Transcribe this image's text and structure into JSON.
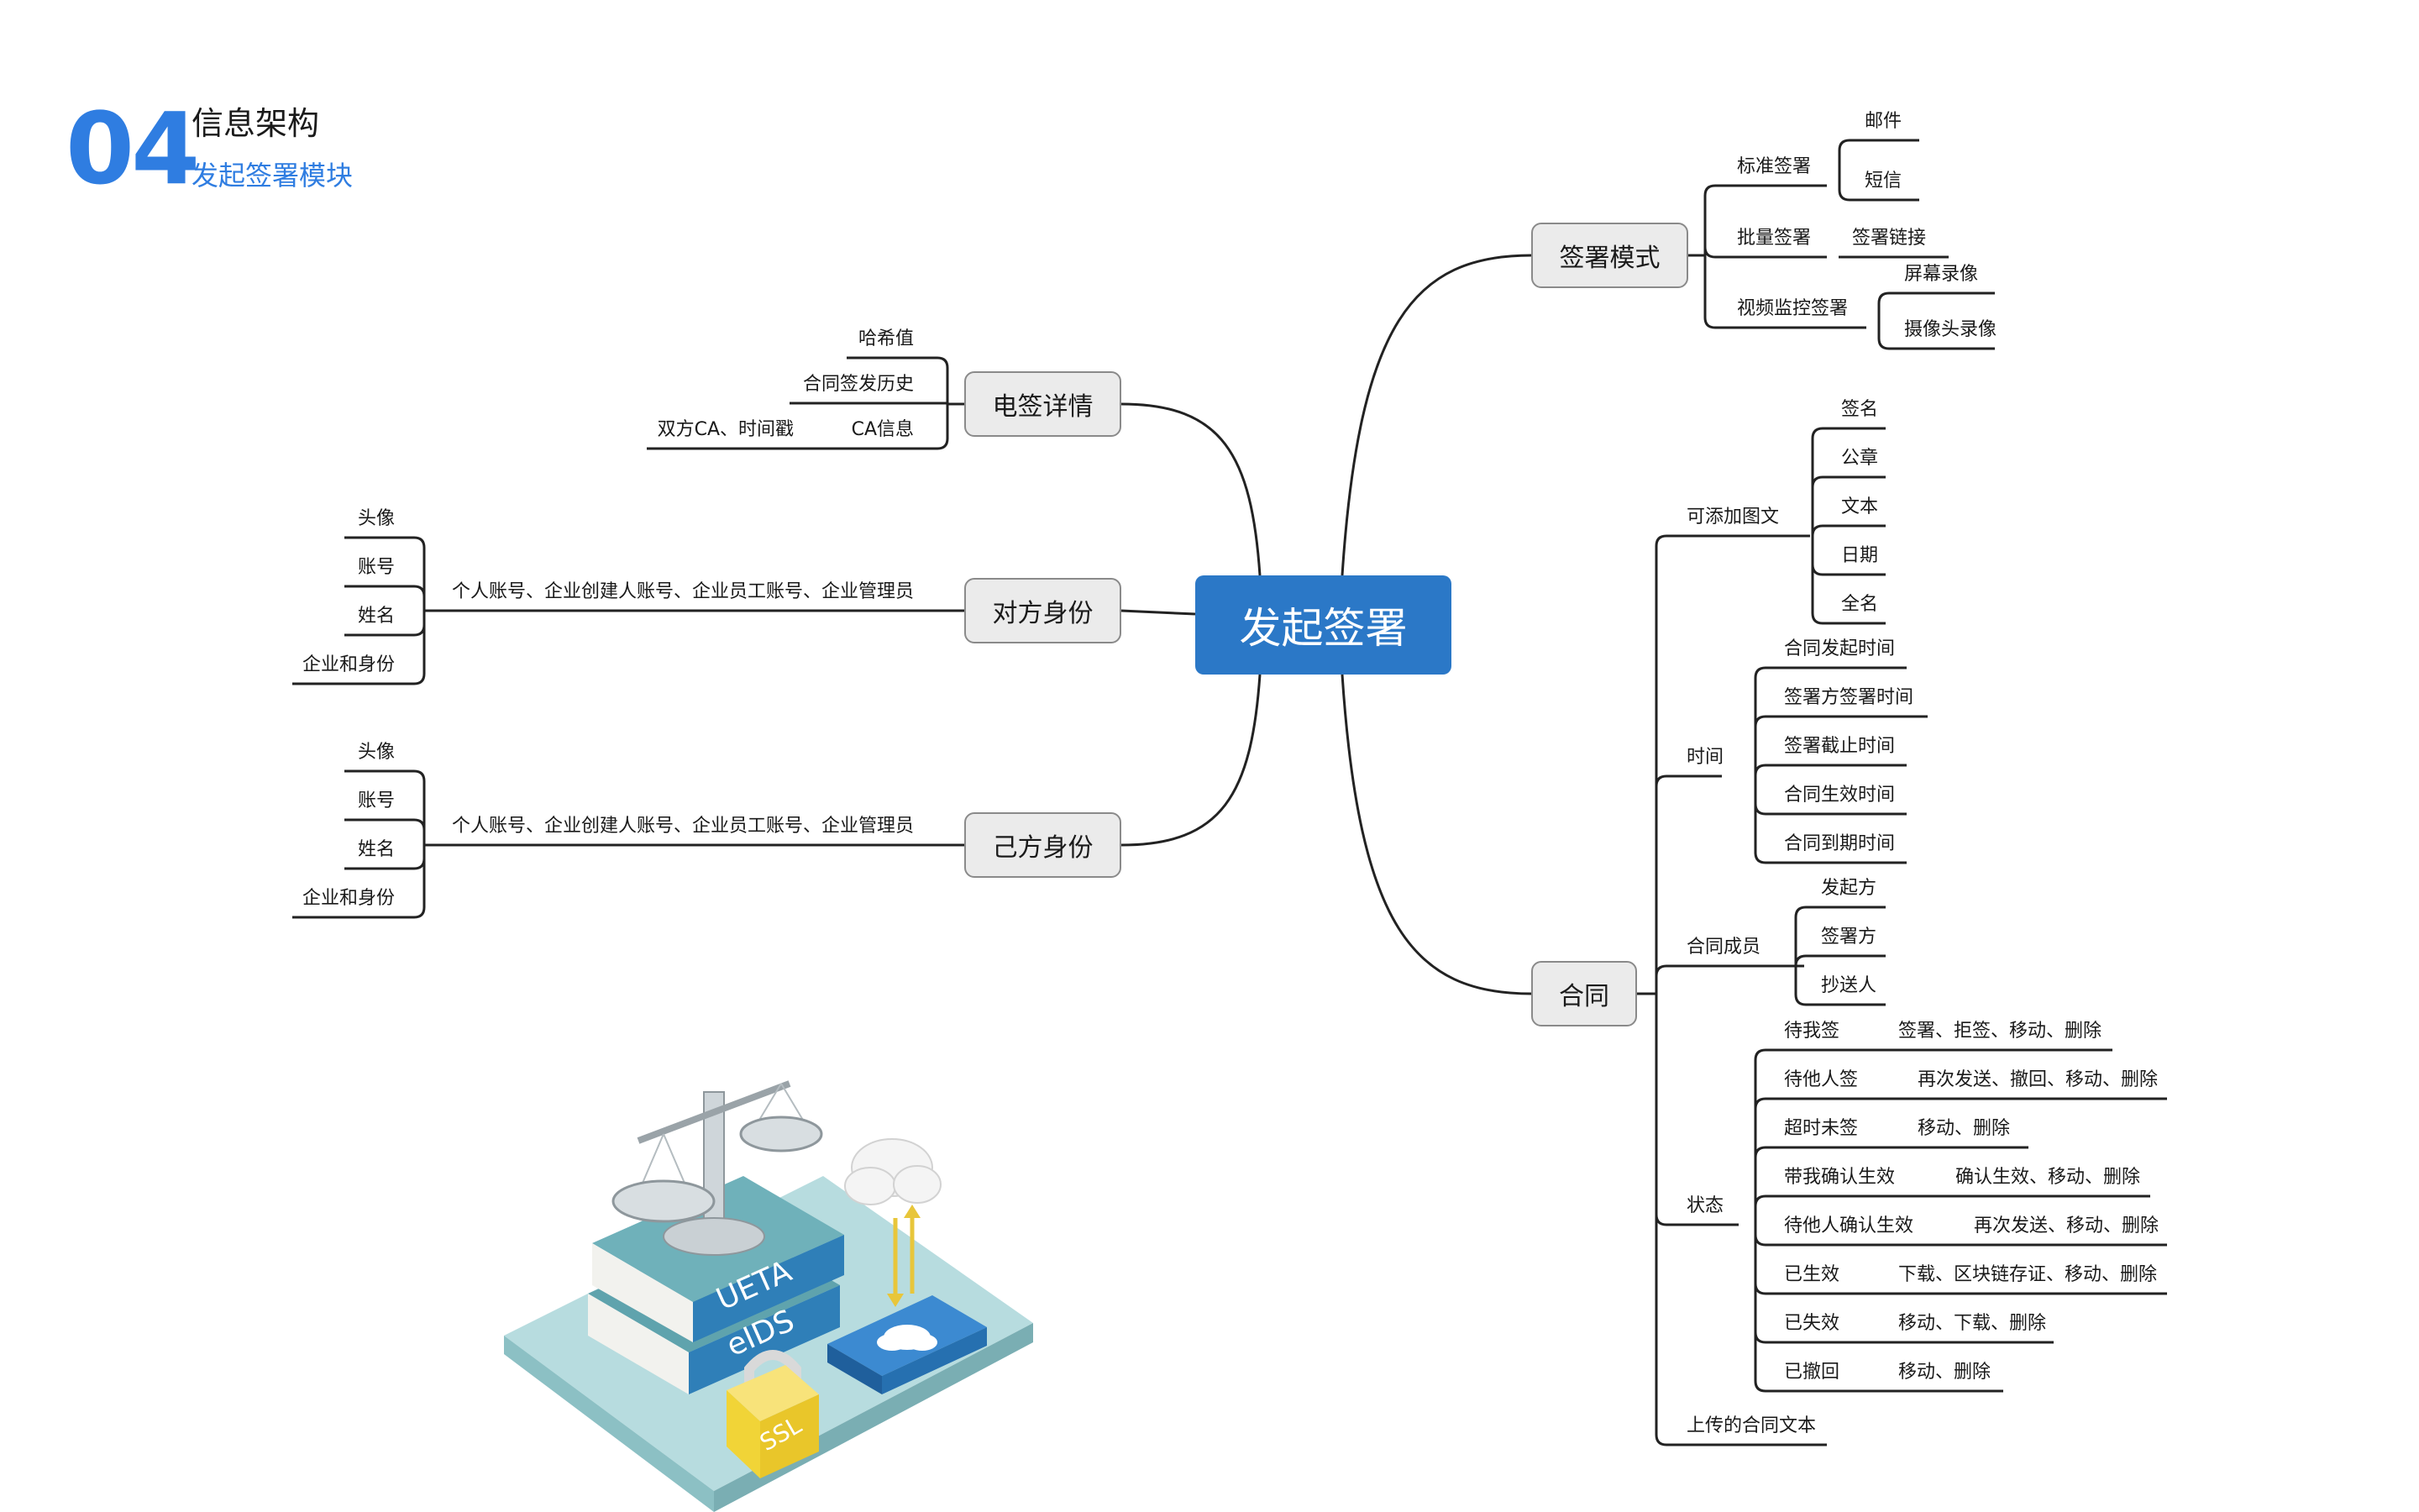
{
  "header": {
    "number": "04",
    "title": "信息架构",
    "subtitle": "发起签署模块"
  },
  "illustration": {
    "book_text_1": "UETA",
    "book_text_2": "eIDS",
    "lock_text": "SSL"
  },
  "mindmap": {
    "root": "发起签署",
    "branches": [
      {
        "id": "b1",
        "label": "签署模式",
        "children": [
          {
            "label": "标准签署",
            "children": [
              {
                "label": "邮件"
              },
              {
                "label": "短信"
              }
            ]
          },
          {
            "label": "批量签署",
            "children": [
              {
                "label": "签署链接"
              }
            ]
          },
          {
            "label": "视频监控签署",
            "children": [
              {
                "label": "屏幕录像"
              },
              {
                "label": "摄像头录像"
              }
            ]
          }
        ]
      },
      {
        "id": "b2",
        "label": "合同",
        "children": [
          {
            "label": "可添加图文",
            "children": [
              {
                "label": "签名"
              },
              {
                "label": "公章"
              },
              {
                "label": "文本"
              },
              {
                "label": "日期"
              },
              {
                "label": "全名"
              }
            ]
          },
          {
            "label": "时间",
            "children": [
              {
                "label": "合同发起时间"
              },
              {
                "label": "签署方签署时间"
              },
              {
                "label": "签署截止时间"
              },
              {
                "label": "合同生效时间"
              },
              {
                "label": "合同到期时间"
              }
            ]
          },
          {
            "label": "合同成员",
            "children": [
              {
                "label": "发起方"
              },
              {
                "label": "签署方"
              },
              {
                "label": "抄送人"
              }
            ]
          },
          {
            "label": "状态",
            "children": [
              {
                "label": "待我签",
                "children": [
                  {
                    "label": "签署、拒签、移动、删除"
                  }
                ]
              },
              {
                "label": "待他人签",
                "children": [
                  {
                    "label": "再次发送、撤回、移动、删除"
                  }
                ]
              },
              {
                "label": "超时未签",
                "children": [
                  {
                    "label": "移动、删除"
                  }
                ]
              },
              {
                "label": "带我确认生效",
                "children": [
                  {
                    "label": "确认生效、移动、删除"
                  }
                ]
              },
              {
                "label": "待他人确认生效",
                "children": [
                  {
                    "label": "再次发送、移动、删除"
                  }
                ]
              },
              {
                "label": "已生效",
                "children": [
                  {
                    "label": "下载、区块链存证、移动、删除"
                  }
                ]
              },
              {
                "label": "已失效",
                "children": [
                  {
                    "label": "移动、下载、删除"
                  }
                ]
              },
              {
                "label": "已撤回",
                "children": [
                  {
                    "label": "移动、删除"
                  }
                ]
              }
            ]
          },
          {
            "label": "上传的合同文本"
          }
        ]
      },
      {
        "id": "b3",
        "label": "电签详情",
        "children": [
          {
            "label": "哈希值"
          },
          {
            "label": "合同签发历史"
          },
          {
            "label": "CA信息",
            "children": [
              {
                "label": "双方CA、时间戳"
              }
            ]
          }
        ]
      },
      {
        "id": "b4",
        "label": "对方身份",
        "children": [
          {
            "label": "个人账号、企业创建人账号、企业员工账号、企业管理员",
            "children": [
              {
                "label": "头像"
              },
              {
                "label": "账号"
              },
              {
                "label": "姓名"
              },
              {
                "label": "企业和身份"
              }
            ]
          }
        ]
      },
      {
        "id": "b5",
        "label": "己方身份",
        "children": [
          {
            "label": "个人账号、企业创建人账号、企业员工账号、企业管理员",
            "children": [
              {
                "label": "头像"
              },
              {
                "label": "账号"
              },
              {
                "label": "姓名"
              },
              {
                "label": "企业和身份"
              }
            ]
          }
        ]
      }
    ]
  },
  "colors": {
    "accent": "#2f7de1",
    "root_fill": "#2b78c7",
    "node_fill": "#ebebeb",
    "line": "#222222",
    "node_border": "#8a8a8a"
  }
}
